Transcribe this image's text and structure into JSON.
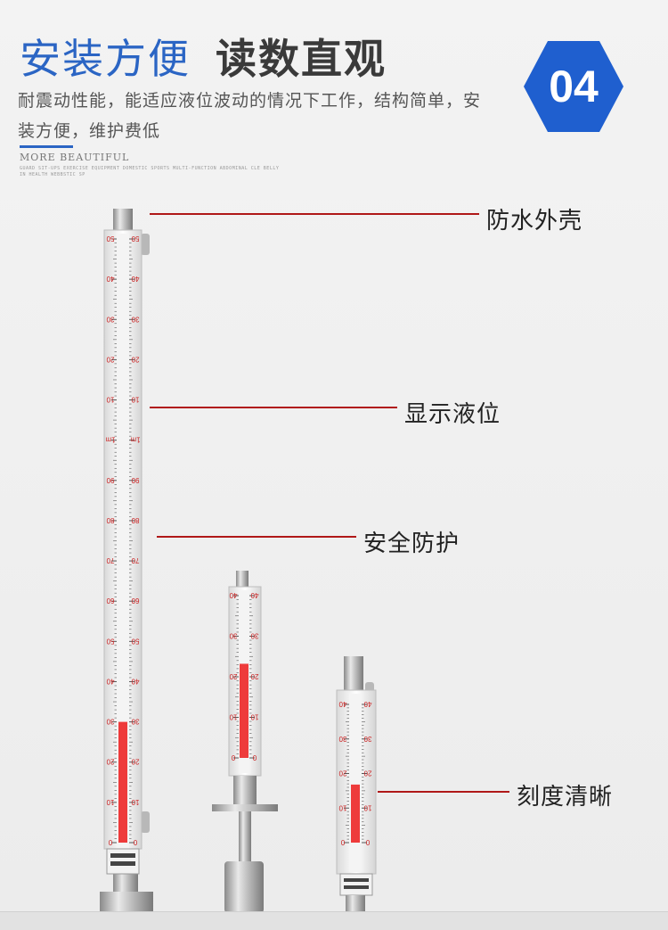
{
  "header": {
    "title_light": "安装方便",
    "title_bold": "读数直观",
    "description": "耐震动性能，能适应液位波动的情况下工作，结构简单，安装方便，维护费低",
    "en_title": "MORE BEAUTIFUL",
    "en_small": "GUARD SIT-UPS EXERCISE EQUIPMENT DOMESTIC SPORTS MULTI-FUNCTION ABDOMINAL CLE BELLY IN HEALTH WEBBSTIC SP",
    "badge_number": "04"
  },
  "callouts": [
    {
      "id": "shell",
      "label": "防水外壳"
    },
    {
      "id": "display",
      "label": "显示液位"
    },
    {
      "id": "safety",
      "label": "安全防护"
    },
    {
      "id": "scale",
      "label": "刻度清晰"
    }
  ],
  "gauges": [
    {
      "name": "tall",
      "labels": [
        "50",
        "40",
        "30",
        "20",
        "10",
        "1m",
        "90",
        "80",
        "70",
        "60",
        "50",
        "40",
        "30",
        "20",
        "10",
        "0"
      ],
      "level": 0.2
    },
    {
      "name": "medium",
      "labels": [
        "40",
        "30",
        "20",
        "10",
        "0"
      ],
      "level": 0.58
    },
    {
      "name": "short",
      "labels": [
        "40",
        "30",
        "20",
        "10",
        "0"
      ],
      "level": 0.42
    }
  ],
  "colors": {
    "title_blue": "#2b65c4",
    "badge_blue": "#1f5fcf",
    "callout_red": "#b01818",
    "level_red": "#ee3b3b",
    "scale_red": "#cc2222"
  }
}
